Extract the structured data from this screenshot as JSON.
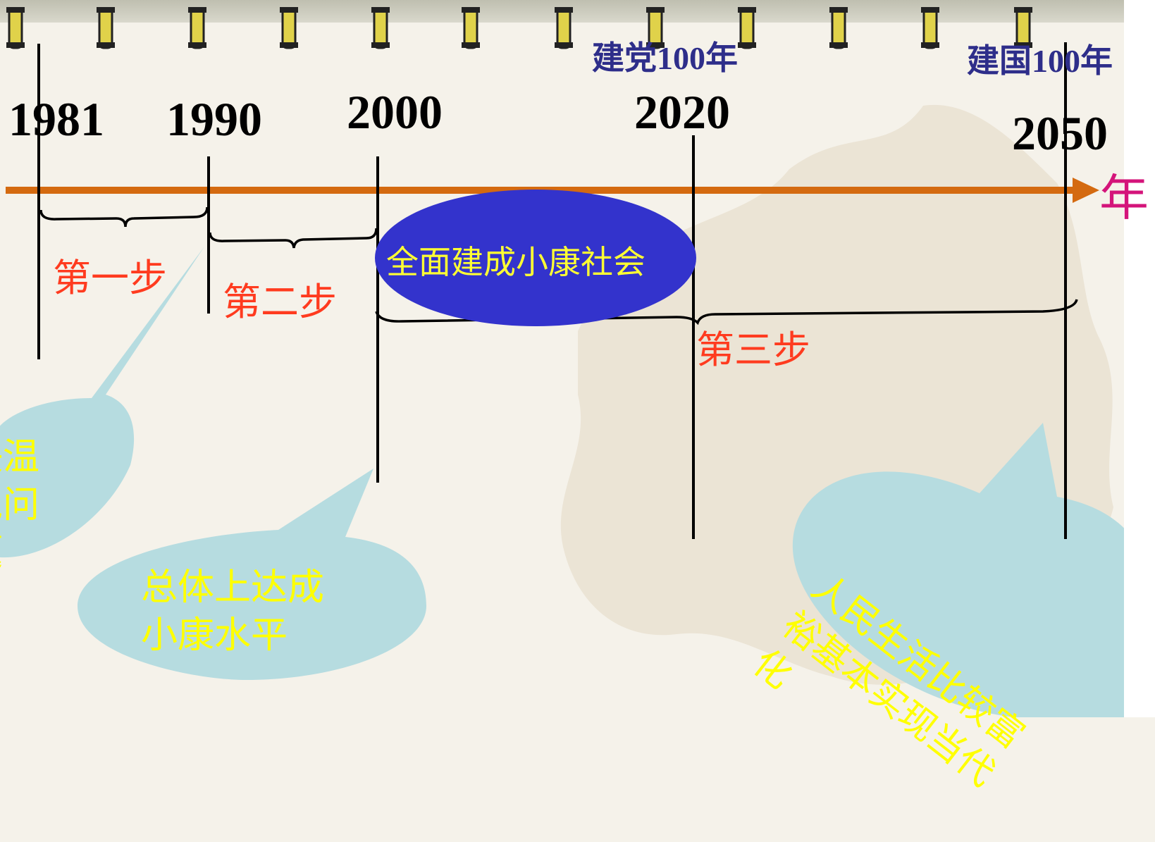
{
  "timeline": {
    "years": [
      {
        "label": "1981",
        "value": 1981
      },
      {
        "label": "1990",
        "value": 1990
      },
      {
        "label": "2000",
        "value": 2000
      },
      {
        "label": "2020",
        "value": 2020
      },
      {
        "label": "2050",
        "value": 2050
      }
    ],
    "axis_unit": "年",
    "axis_color": "#d46a10"
  },
  "anniversaries": {
    "party": "建党100年",
    "nation": "建国100年"
  },
  "steps": {
    "first": "第一步",
    "second": "第二步",
    "third": "第三步"
  },
  "goal_ellipse": {
    "text": "全面建成小康社会",
    "fill": "#3333cc",
    "text_color": "#ffff33"
  },
  "bubbles": {
    "first": "决温饱问题",
    "second": "总体上达成小康水平",
    "third": "人民生活比较富裕基本实现当代化",
    "fill": "#b6dce0",
    "text_color": "#ffff00"
  }
}
